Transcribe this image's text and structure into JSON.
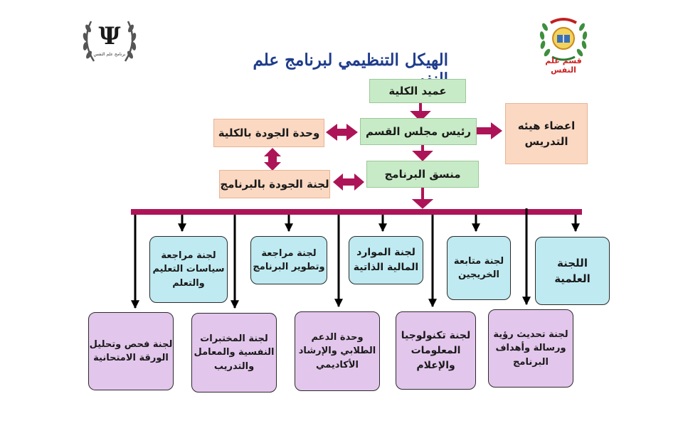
{
  "title": "الهيكل التنظيمي لبرنامج علم النفس",
  "logos": {
    "left_letter": "Ψ",
    "left_small_text": "برنامج علم النفس",
    "right_caption": "قسم علم النفس"
  },
  "colors": {
    "connector": "#ad1457",
    "title": "#1f3c8c",
    "top_box": "#c7ebc6",
    "side_box": "#fbd8c2",
    "committee_cyan": "#bfeaf1",
    "committee_lilac": "#e3c6ec",
    "caption_red": "#cc2222"
  },
  "nodes": {
    "dean": "عميد الكلية",
    "dept_head": "رئيس مجلس القسم",
    "faculty": "اعضاء هيئه\nالتدريس",
    "college_quality": "وحدة الجودة بالكلية",
    "coordinator": "منسق البرنامج",
    "program_quality": "لجنة الجودة بالبرنامج"
  },
  "committees_row1": [
    "اللجنة\nالعلمية",
    "لجنة متابعة\nالخريجين",
    "لجنة الموارد\nالمالية الذاتية",
    "لجنة مراجعة\nوتطوير البرنامج",
    "لجنة مراجعة\nسياسات التعليم\nوالتعلم"
  ],
  "committees_row2": [
    "لجنة تحديث رؤية\nورسالة وأهداف\nالبرنامج",
    "لجنة تكنولوجيا\nالمعلومات\nوالإعلام",
    "وحدة الدعم\nالطلابي والإرشاد\nالأكاديمي",
    "لجنة المختبرات\nالنفسية والمعامل\nوالتدريب",
    "لجنة فحص وتحليل\nالورقة الامتحانية"
  ]
}
